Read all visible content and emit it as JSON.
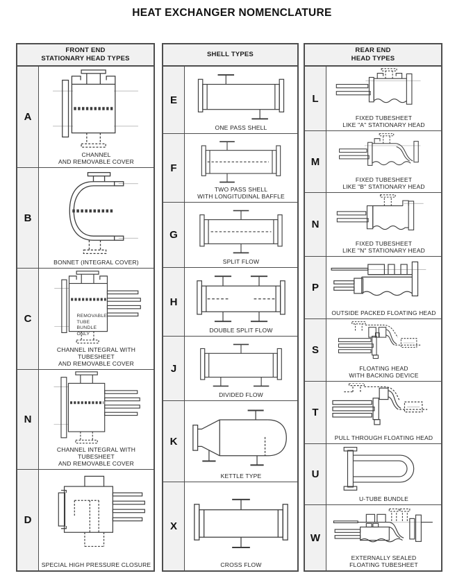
{
  "title": "HEAT EXCHANGER NOMENCLATURE",
  "colors": {
    "border": "#4d4d4d",
    "cell_bg": "#f1f1f1",
    "line": "#3d3d3d"
  },
  "columns": [
    {
      "header": "FRONT END\nSTATIONARY HEAD TYPES",
      "rows": [
        {
          "letter": "A",
          "caption": "CHANNEL\nAND REMOVABLE COVER",
          "drawing": "channel-and-removable-cover"
        },
        {
          "letter": "B",
          "caption": "BONNET (INTEGRAL COVER)",
          "drawing": "bonnet-integral-cover"
        },
        {
          "letter": "C",
          "caption": "CHANNEL INTEGRAL WITH TUBESHEET\nAND REMOVABLE COVER",
          "note": "REMOVABLE\nTUBE\nBUNDLE\nONLY",
          "drawing": "channel-integral-with-tubesheet"
        },
        {
          "letter": "N",
          "caption": "CHANNEL INTEGRAL WITH TUBESHEET\nAND REMOVABLE COVER",
          "drawing": "channel-integral-with-tubesheet"
        },
        {
          "letter": "D",
          "caption": "SPECIAL HIGH PRESSURE CLOSURE",
          "drawing": "special-high-pressure-closure"
        }
      ]
    },
    {
      "header": "SHELL TYPES",
      "rows": [
        {
          "letter": "E",
          "caption": "ONE PASS SHELL",
          "drawing": "one-pass-shell"
        },
        {
          "letter": "F",
          "caption": "TWO PASS SHELL\nWITH LONGITUDINAL BAFFLE",
          "drawing": "two-pass-shell"
        },
        {
          "letter": "G",
          "caption": "SPLIT FLOW",
          "drawing": "split-flow"
        },
        {
          "letter": "H",
          "caption": "DOUBLE SPLIT FLOW",
          "drawing": "double-split-flow"
        },
        {
          "letter": "J",
          "caption": "DIVIDED FLOW",
          "drawing": "divided-flow"
        },
        {
          "letter": "K",
          "caption": "KETTLE TYPE",
          "drawing": "kettle-type"
        },
        {
          "letter": "X",
          "caption": "CROSS FLOW",
          "drawing": "cross-flow"
        }
      ]
    },
    {
      "header": "REAR END\nHEAD TYPES",
      "rows": [
        {
          "letter": "L",
          "caption": "FIXED TUBESHEET\nLIKE \"A\" STATIONARY HEAD",
          "drawing": "fixed-tubesheet-like-a"
        },
        {
          "letter": "M",
          "caption": "FIXED TUBESHEET\nLIKE \"B\" STATIONARY HEAD",
          "drawing": "fixed-tubesheet-like-b"
        },
        {
          "letter": "N",
          "caption": "FIXED TUBESHEET\nLIKE \"N\" STATIONARY HEAD",
          "drawing": "fixed-tubesheet-like-n"
        },
        {
          "letter": "P",
          "caption": "OUTSIDE PACKED FLOATING HEAD",
          "drawing": "outside-packed-floating-head"
        },
        {
          "letter": "S",
          "caption": "FLOATING HEAD\nWITH BACKING DEVICE",
          "drawing": "floating-head-backing-device"
        },
        {
          "letter": "T",
          "caption": "PULL THROUGH FLOATING HEAD",
          "drawing": "pull-through-floating-head"
        },
        {
          "letter": "U",
          "caption": "U-TUBE BUNDLE",
          "drawing": "u-tube-bundle"
        },
        {
          "letter": "W",
          "caption": "EXTERNALLY SEALED\nFLOATING TUBESHEET",
          "drawing": "externally-sealed-floating-tubesheet"
        }
      ]
    }
  ]
}
